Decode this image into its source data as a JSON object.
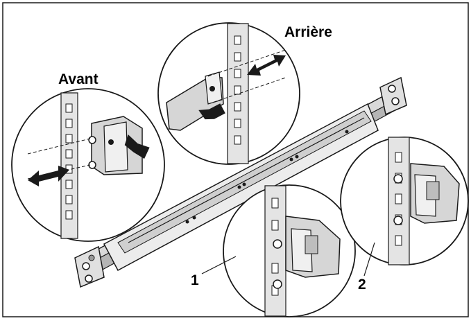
{
  "labels": {
    "front": "Avant",
    "rear": "Arrière",
    "callout_1": "1",
    "callout_2": "2"
  },
  "colors": {
    "line": "#1a1a1a",
    "metal_light": "#e6e6e6",
    "metal_mid": "#c9c9c9",
    "metal_dark": "#8c8c8c",
    "background": "#ffffff"
  }
}
